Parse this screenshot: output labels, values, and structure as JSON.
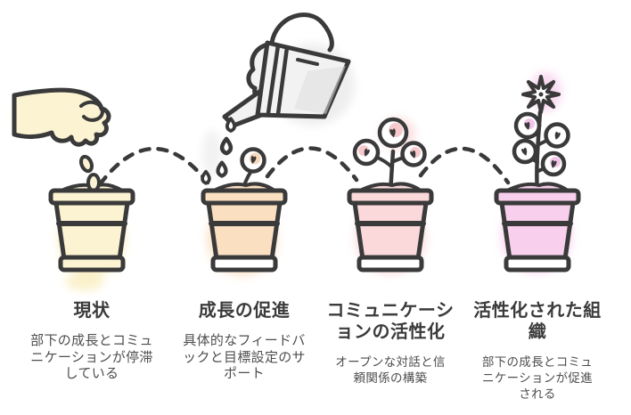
{
  "diagram_type": "growth-stages-flow",
  "background": "#ffffff",
  "outline_color": "#3a3a3a",
  "connector": {
    "style": "dashed-bounce-arc",
    "color": "#3a3a3a"
  },
  "text_colors": {
    "title": "#3b3b3b",
    "description": "#4e4e4e"
  },
  "stages": [
    {
      "icon": "hand-planting-seed-icon",
      "title": "現状",
      "description": "部下の成長とコミュ\nニケーションが停滞\nしている",
      "pot_color": "#fbf3d2"
    },
    {
      "icon": "watering-can-sprout-icon",
      "title": "成長の促進",
      "description": "具体的なフィードバ\nックと目標設定のサ\nポート",
      "pot_color": "#fbdfc1"
    },
    {
      "icon": "young-plant-icon",
      "title": "コミュニケーシ\nョンの活性化",
      "description": "オープンな対話と信\n頼関係の構築",
      "pot_color": "#fbd8da"
    },
    {
      "icon": "flowering-plant-icon",
      "title": "活性化された組\n織",
      "description": "部下の成長とコミュ\nニケーションが促進\nされる",
      "pot_color": "#f8cfec"
    }
  ]
}
